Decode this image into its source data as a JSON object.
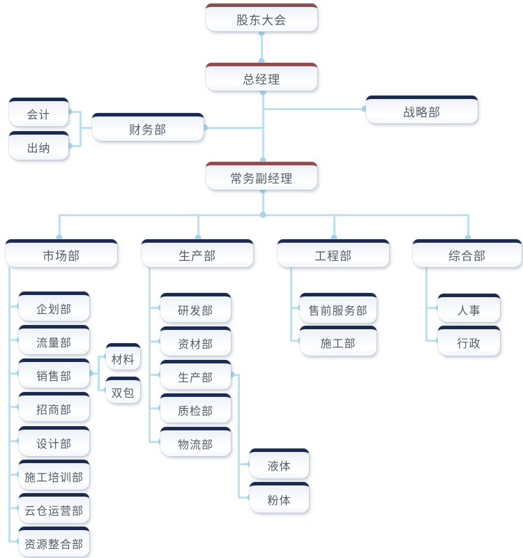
{
  "chart_title": "",
  "nodes": {
    "shareholders": "股东大会",
    "general_manager": "总经理",
    "accounting": "会计",
    "cashier": "出纳",
    "finance": "财务部",
    "strategy": "战略部",
    "deputy_manager": "常务副经理",
    "marketing": "市场部",
    "production": "生产部",
    "engineering": "工程部",
    "general_affairs": "综合部",
    "planning": "企划部",
    "traffic": "流量部",
    "sales": "销售部",
    "investment": "招商部",
    "design": "设计部",
    "construction_training": "施工培训部",
    "cloud_warehouse": "云仓运营部",
    "resource_integration": "资源整合部",
    "materials": "材料",
    "double_contract": "双包",
    "rnd": "研发部",
    "supplies": "资材部",
    "production_sub": "生产部",
    "quality": "质检部",
    "logistics": "物流部",
    "liquid": "液体",
    "powder": "粉体",
    "presales_service": "售前服务部",
    "construction": "施工部",
    "hr": "人事",
    "admin": "行政"
  },
  "edges": [
    [
      "shareholders",
      "general_manager"
    ],
    [
      "general_manager",
      "finance"
    ],
    [
      "general_manager",
      "strategy"
    ],
    [
      "general_manager",
      "deputy_manager"
    ],
    [
      "finance",
      "accounting"
    ],
    [
      "finance",
      "cashier"
    ],
    [
      "deputy_manager",
      "marketing"
    ],
    [
      "deputy_manager",
      "production"
    ],
    [
      "deputy_manager",
      "engineering"
    ],
    [
      "deputy_manager",
      "general_affairs"
    ],
    [
      "marketing",
      "planning"
    ],
    [
      "marketing",
      "traffic"
    ],
    [
      "marketing",
      "sales"
    ],
    [
      "marketing",
      "investment"
    ],
    [
      "marketing",
      "design"
    ],
    [
      "marketing",
      "construction_training"
    ],
    [
      "marketing",
      "cloud_warehouse"
    ],
    [
      "marketing",
      "resource_integration"
    ],
    [
      "sales",
      "materials"
    ],
    [
      "sales",
      "double_contract"
    ],
    [
      "production",
      "rnd"
    ],
    [
      "production",
      "supplies"
    ],
    [
      "production",
      "production_sub"
    ],
    [
      "production",
      "quality"
    ],
    [
      "production",
      "logistics"
    ],
    [
      "production_sub",
      "liquid"
    ],
    [
      "production_sub",
      "powder"
    ],
    [
      "engineering",
      "presales_service"
    ],
    [
      "engineering",
      "construction"
    ],
    [
      "general_affairs",
      "hr"
    ],
    [
      "general_affairs",
      "admin"
    ]
  ],
  "colors": {
    "executive_bar": "#8e4d50",
    "department_bar": "#1b2a4d",
    "connector_line": "#bfe1ed",
    "connector_dot": "#a2d5e8",
    "node_text": "#525c69",
    "canvas_bg": "#ffffff"
  }
}
